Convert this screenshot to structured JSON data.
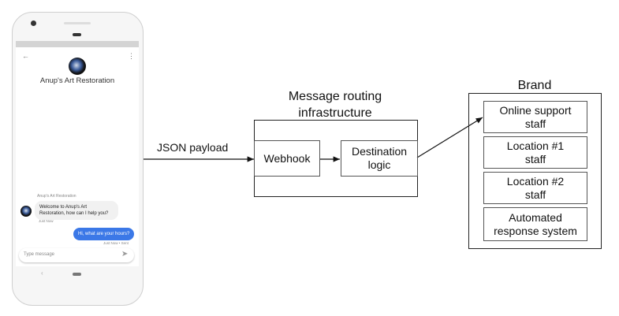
{
  "phone": {
    "contact_name": "Anup's Art Restoration",
    "sender_label": "Anup's Art Restoration",
    "incoming_message": "Welcome to Anup's Art Restoration, how can I help you?",
    "incoming_time": "Just Now",
    "outgoing_message": "Hi, what are your hours?",
    "outgoing_status": "Just Now • Sent",
    "input_placeholder": "Type message",
    "accent_color": "#3b78e7"
  },
  "diagram": {
    "payload_label": "JSON payload",
    "routing_title": "Message routing infrastructure",
    "webhook": "Webhook",
    "destination": "Destination logic",
    "brand_title": "Brand",
    "brand_items": [
      "Online support staff",
      "Location #1 staff",
      "Location #2 staff",
      "Automated response system"
    ]
  }
}
